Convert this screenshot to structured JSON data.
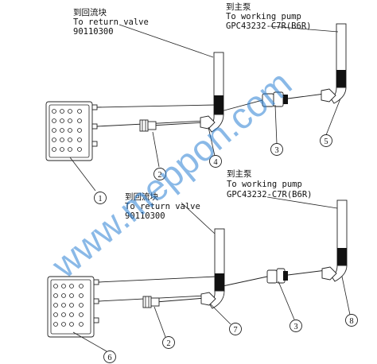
{
  "watermark": "www.meppon.com",
  "top_group": {
    "return_label_cn": "到回流块",
    "return_label_en": "To return valve",
    "return_part_no": "90110300",
    "pump_label_cn": "到主泵",
    "pump_label_en": "To working pump",
    "pump_part_no": "GPC43232-C7R(B6R)",
    "callouts": [
      "1",
      "2",
      "3",
      "4",
      "5"
    ]
  },
  "bottom_group": {
    "return_label_cn": "到回流块",
    "return_label_en": "To return valve",
    "return_part_no": "90110300",
    "pump_label_cn": "到主泵",
    "pump_label_en": "To working pump",
    "pump_part_no": "GPC43232-C7R(B6R)",
    "callouts": [
      "6",
      "2",
      "3",
      "7",
      "8"
    ]
  }
}
